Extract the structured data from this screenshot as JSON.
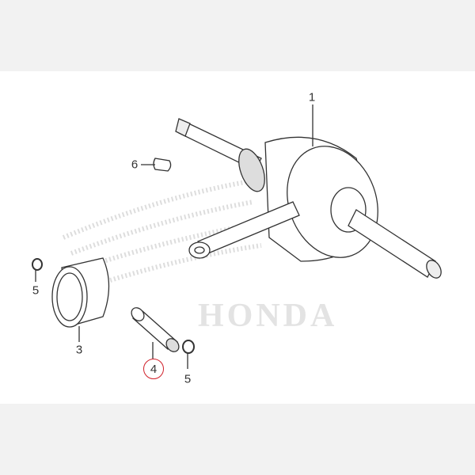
{
  "diagram": {
    "watermark": "HONDA",
    "highlight_color": "#d0202a",
    "parts": [
      {
        "callout": "1",
        "part": "crankshaft"
      },
      {
        "callout": "6",
        "part": "woodruff-key"
      },
      {
        "callout": "5",
        "part": "piston-pin-clip"
      },
      {
        "callout": "3",
        "part": "piston"
      },
      {
        "callout": "4",
        "part": "piston-pin",
        "highlighted": true
      },
      {
        "callout": "5",
        "part": "piston-pin-clip"
      }
    ]
  }
}
